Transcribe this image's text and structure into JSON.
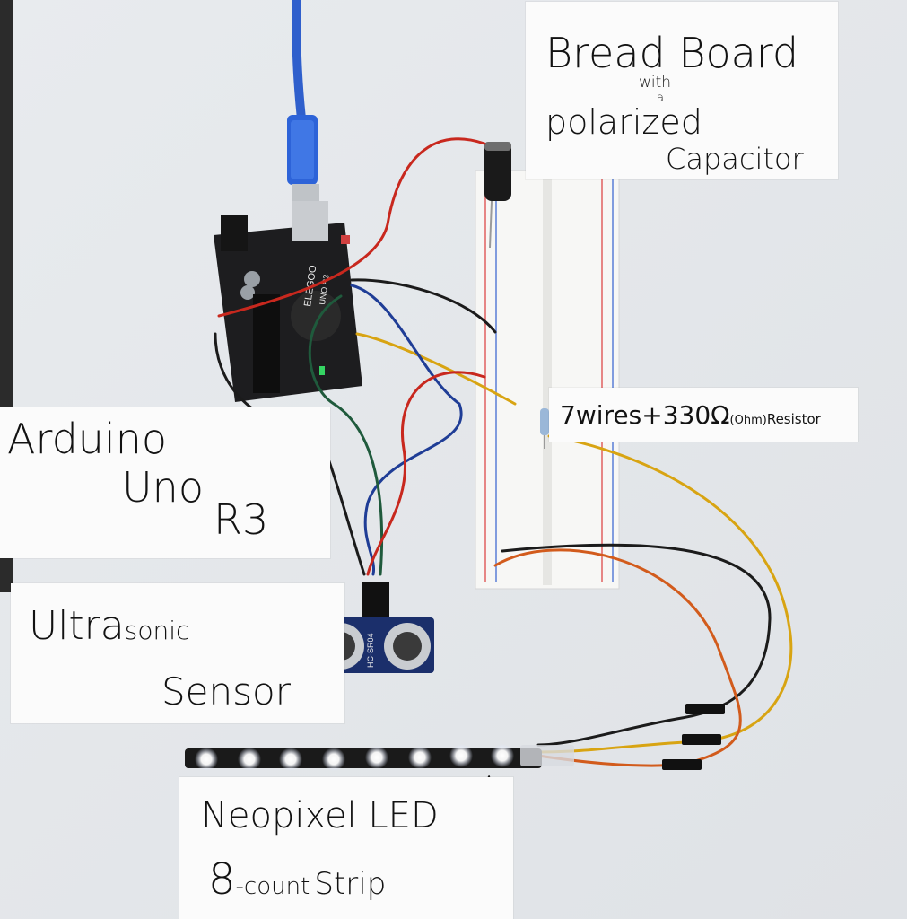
{
  "labels": {
    "breadboard": {
      "line1": "Bread Board",
      "line2": "with",
      "line3": "a",
      "line4": "polarized",
      "line5": "Capacitor"
    },
    "wires": {
      "count": "7wires",
      "plus": "+",
      "value": "330",
      "unit": "(Ohm)",
      "part": "Resistor"
    },
    "arduino": {
      "line1": "Arduino",
      "line2": "Uno",
      "line3": "R3"
    },
    "sensor": {
      "line1": "Ultra",
      "line1b": "sonic",
      "line2": "Sensor"
    },
    "led": {
      "line1": "Neopixel LED",
      "line2a": "8",
      "line2b": "-count",
      "line2c": "Strip"
    }
  },
  "board": {
    "brand": "ELEGOO",
    "model": "UNO R3"
  },
  "sensor_module": {
    "part_number": "HC-SR04"
  },
  "colors": {
    "wall": "#e9ecef",
    "board_pcb": "#1d1d1f",
    "usb_cable": "#2f5fcc",
    "wire_red": "#c8281e",
    "wire_black": "#1b1b1b",
    "wire_yellow": "#d8a412",
    "wire_blue": "#1f3d96",
    "wire_green": "#1f5a3c",
    "wire_orange": "#d25b1c",
    "led_white": "#ffffff"
  }
}
